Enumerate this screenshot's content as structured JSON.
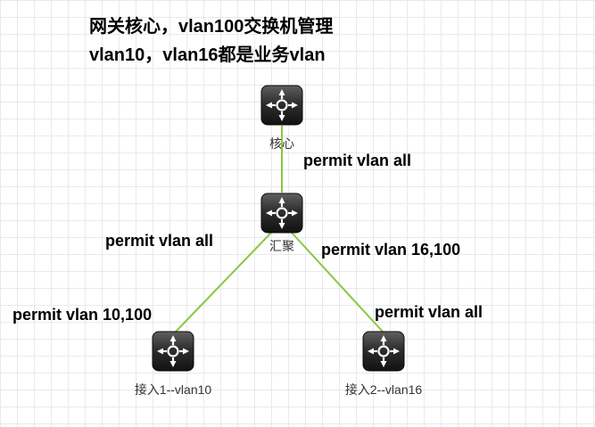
{
  "canvas": {
    "background": "#ffffff",
    "grid_color": "#e7eaec",
    "link_color": "#8dc63f"
  },
  "title": {
    "line1": "网关核心，vlan100交换机管理",
    "line2": "vlan10，vlan16都是业务vlan"
  },
  "nodes": [
    {
      "id": "core",
      "label": "核心"
    },
    {
      "id": "aggregation",
      "label": "汇聚"
    },
    {
      "id": "access1",
      "label": "接入1--vlan10"
    },
    {
      "id": "access2",
      "label": "接入2--vlan16"
    }
  ],
  "link_labels": [
    {
      "id": "core-aggregation",
      "text": "permit vlan all"
    },
    {
      "id": "aggregation-left",
      "text": "permit vlan all"
    },
    {
      "id": "aggregation-right",
      "text": "permit vlan 16,100"
    },
    {
      "id": "access1-uplink",
      "text": "permit vlan 10,100"
    },
    {
      "id": "access2-uplink",
      "text": "permit vlan all"
    }
  ]
}
